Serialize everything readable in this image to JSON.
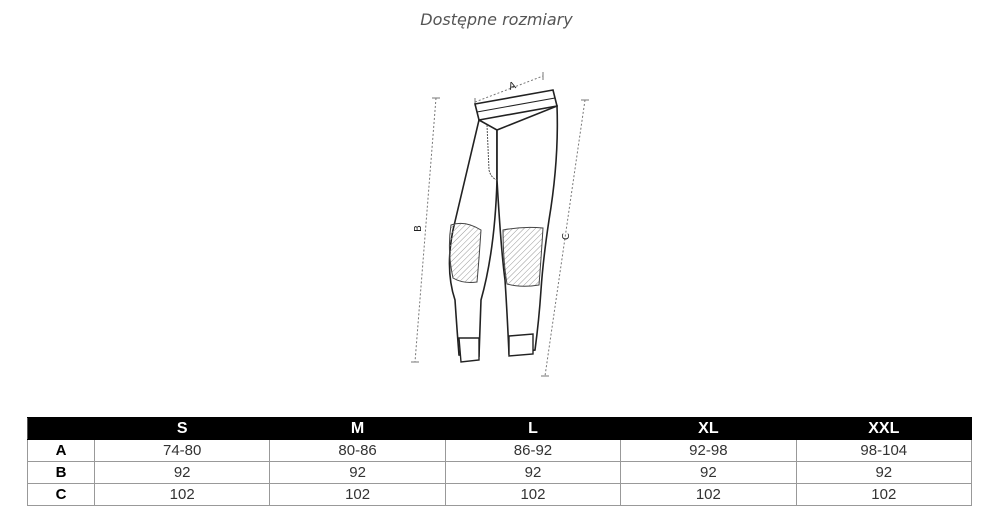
{
  "title": "Dostępne rozmiary",
  "figure": {
    "label_a": "A",
    "label_b": "B",
    "label_c": "C"
  },
  "table": {
    "headers": [
      "S",
      "M",
      "L",
      "XL",
      "XXL"
    ],
    "rows": [
      {
        "label": "A",
        "values": [
          "74-80",
          "80-86",
          "86-92",
          "92-98",
          "98-104"
        ]
      },
      {
        "label": "B",
        "values": [
          "92",
          "92",
          "92",
          "92",
          "92"
        ]
      },
      {
        "label": "C",
        "values": [
          "102",
          "102",
          "102",
          "102",
          "102"
        ]
      }
    ]
  }
}
